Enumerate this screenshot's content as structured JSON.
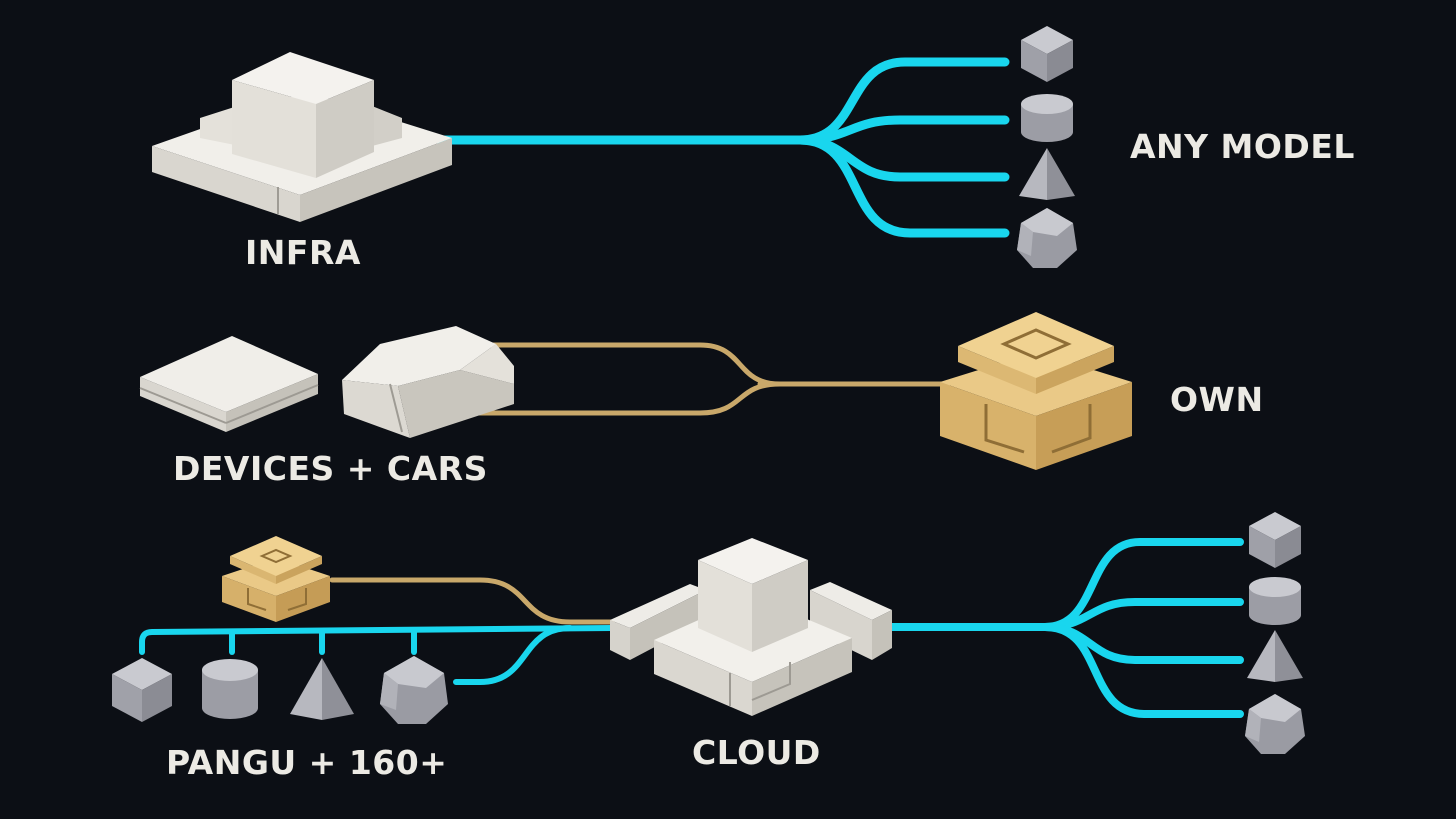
{
  "labels": {
    "infra": "INFRA",
    "any_model": "ANY MODEL",
    "devices_cars": "DEVICES + CARS",
    "own": "OWN",
    "pangu": "PANGU + 160+",
    "cloud": "CLOUD"
  },
  "colors": {
    "background": "#0c0f15",
    "cyan_link": "#19d6ee",
    "gold_link": "#c9a86a",
    "white_block": "#ebe8e2",
    "gold_block": "#e2c079",
    "gray_shape": "#a9aab2",
    "label_text": "#eceae4"
  },
  "icons": {
    "model_shapes": [
      "cube",
      "cylinder",
      "pyramid",
      "dodecahedron"
    ]
  }
}
